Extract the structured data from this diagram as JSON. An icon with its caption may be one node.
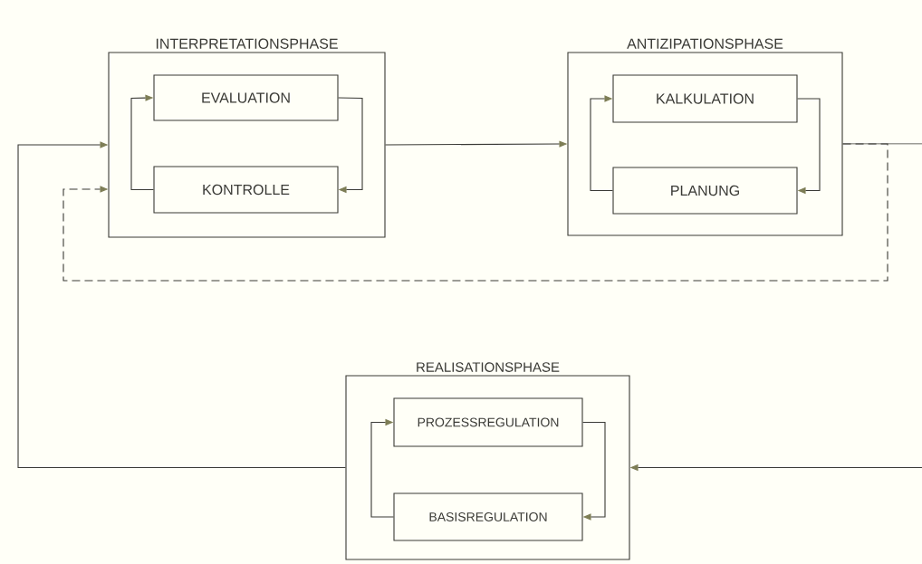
{
  "diagram": {
    "nodes": [
      {
        "text": [
          "INTERPRETATIONSPHASE"
        ]
      },
      {
        "text": [
          "EVALUATION"
        ],
        "in": 0
      },
      {
        "text": [
          "KONTROLLE"
        ],
        "in": 0
      },
      {
        "text": [
          "ANTIZIPATIONSPHASE"
        ]
      },
      {
        "text": [
          "KALKULATION"
        ],
        "in": 3
      },
      {
        "text": [
          "PLANUNG"
        ],
        "in": 3
      },
      {
        "text": [
          "REALISATIONSPHASE"
        ]
      },
      {
        "text": [
          "PROZESSREGULATION"
        ],
        "in": 6
      },
      {
        "text": [
          "BASISREGULATION"
        ],
        "in": 6
      }
    ],
    "edges": [
      {
        "from": 1,
        "to": 2,
        "arrow": "to"
      },
      {
        "from": 2,
        "to": 1,
        "arrow": "to"
      },
      {
        "from": 4,
        "to": 5,
        "arrow": "to"
      },
      {
        "from": 5,
        "to": 4,
        "arrow": "to"
      },
      {
        "from": 7,
        "to": 8,
        "arrow": "to"
      },
      {
        "from": 8,
        "to": 7,
        "arrow": "to"
      },
      {
        "from": 0,
        "to": 3,
        "arrow": "to"
      },
      {
        "from": 3,
        "to": null,
        "arrow": "none"
      },
      {
        "from": 3,
        "to": 0,
        "arrow": "to",
        "style": "dashed"
      },
      {
        "from": null,
        "to": 6,
        "arrow": "to"
      },
      {
        "from": 6,
        "to": 0,
        "arrow": "to"
      }
    ]
  }
}
